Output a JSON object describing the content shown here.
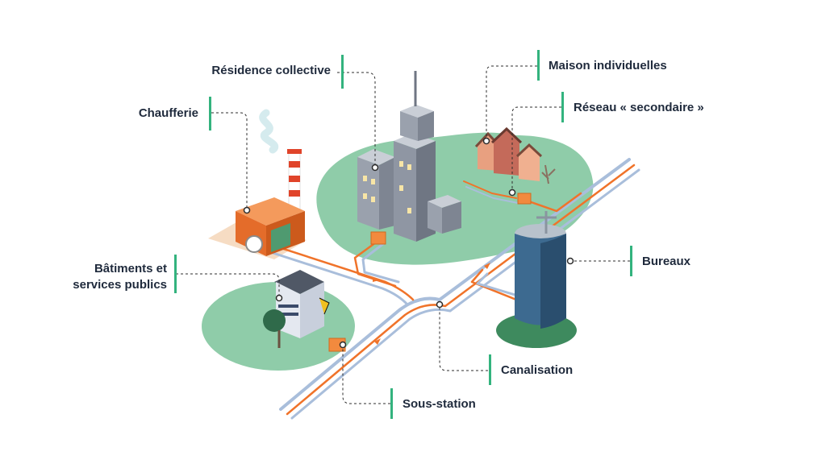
{
  "labels": {
    "residence": "Résidence collective",
    "maison": "Maison individuelles",
    "reseau": "Réseau « secondaire »",
    "chaufferie": "Chaufferie",
    "bureaux": "Bureaux",
    "batiments_line1": "Bâtiments et",
    "batiments_line2": "services publics",
    "canalisation": "Canalisation",
    "sous_station": "Sous-station"
  },
  "colors": {
    "accent_bar": "#33b37e",
    "ground_green": "#8fcca9",
    "pipe_orange": "#f0732a",
    "pipe_blue": "#a9bedb",
    "text": "#1f2a3c"
  }
}
